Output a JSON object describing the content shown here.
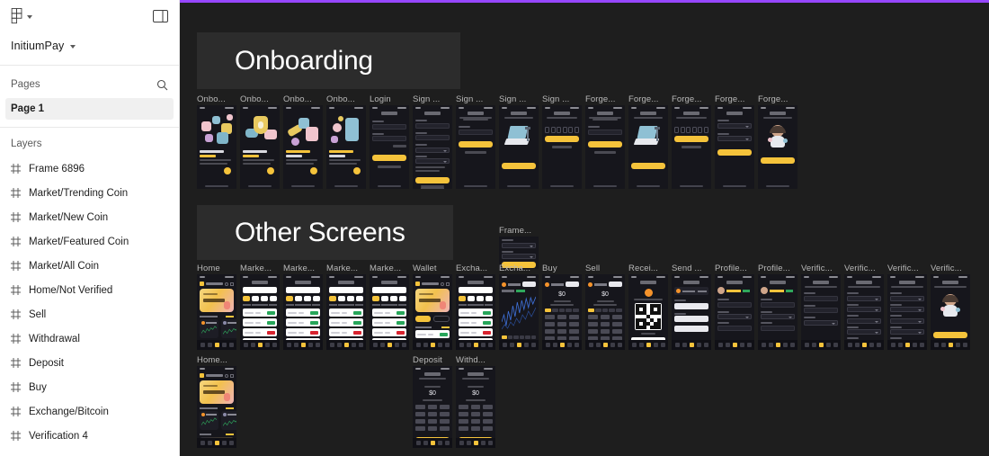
{
  "app": {
    "top_accent_color": "#9747ff",
    "canvas_bg": "#1e1e1e",
    "accent_yellow": "#f5c33b"
  },
  "sidebar": {
    "toolbar": {
      "menu_icon": "figma-logo-icon",
      "menu_chevron_icon": "chevron-down-icon",
      "panel_toggle_icon": "toggle-right-panel-icon"
    },
    "file": {
      "name": "InitiumPay",
      "chevron_icon": "chevron-down-icon"
    },
    "pages": {
      "title": "Pages",
      "search_icon": "search-icon",
      "items": [
        {
          "label": "Page 1",
          "selected": true
        }
      ]
    },
    "layers": {
      "title": "Layers",
      "icon": "frame-icon",
      "items": [
        {
          "label": "Frame 6896"
        },
        {
          "label": "Market/Trending Coin"
        },
        {
          "label": "Market/New Coin"
        },
        {
          "label": "Market/Featured Coin"
        },
        {
          "label": "Market/All Coin"
        },
        {
          "label": "Home/Not Verified"
        },
        {
          "label": "Sell"
        },
        {
          "label": "Withdrawal"
        },
        {
          "label": "Deposit"
        },
        {
          "label": "Buy"
        },
        {
          "label": "Exchange/Bitcoin"
        },
        {
          "label": "Verification 4"
        }
      ]
    }
  },
  "canvas": {
    "sections": [
      {
        "title": "Onboarding"
      },
      {
        "title": "Other Screens"
      }
    ],
    "onboarding_frames": [
      {
        "label": "Onbo...",
        "kind": "onboard-1"
      },
      {
        "label": "Onbo...",
        "kind": "onboard-2"
      },
      {
        "label": "Onbo...",
        "kind": "onboard-3"
      },
      {
        "label": "Onbo...",
        "kind": "onboard-4"
      },
      {
        "label": "Login",
        "kind": "form-login"
      },
      {
        "label": "Sign ...",
        "kind": "form-signup"
      },
      {
        "label": "Sign ...",
        "kind": "form-short"
      },
      {
        "label": "Sign ...",
        "kind": "laptop"
      },
      {
        "label": "Sign ...",
        "kind": "otp"
      },
      {
        "label": "Forge...",
        "kind": "form-short"
      },
      {
        "label": "Forge...",
        "kind": "laptop"
      },
      {
        "label": "Forge...",
        "kind": "otp"
      },
      {
        "label": "Forge...",
        "kind": "form-select"
      },
      {
        "label": "Forge...",
        "kind": "avatar"
      }
    ],
    "other_frames": [
      {
        "label": "Home",
        "kind": "home"
      },
      {
        "label": "Marke...",
        "kind": "market"
      },
      {
        "label": "Marke...",
        "kind": "market"
      },
      {
        "label": "Marke...",
        "kind": "market"
      },
      {
        "label": "Marke...",
        "kind": "market"
      },
      {
        "label": "Wallet",
        "kind": "wallet"
      },
      {
        "label": "Excha...",
        "kind": "market"
      }
    ],
    "detached_frame": {
      "label": "Frame..."
    },
    "row3_frames": [
      {
        "label": "Excha...",
        "kind": "exchange"
      },
      {
        "label": "Buy",
        "kind": "keypad"
      },
      {
        "label": "Sell",
        "kind": "keypad"
      },
      {
        "label": "Recei...",
        "kind": "receive"
      },
      {
        "label": "Send ...",
        "kind": "send"
      },
      {
        "label": "Profile...",
        "kind": "profile"
      },
      {
        "label": "Profile...",
        "kind": "profile"
      },
      {
        "label": "Verific...",
        "kind": "verif-a"
      },
      {
        "label": "Verific...",
        "kind": "verif-b"
      },
      {
        "label": "Verific...",
        "kind": "verif-b"
      },
      {
        "label": "Verific...",
        "kind": "verif-avatar"
      }
    ],
    "row4_frames": [
      {
        "label": "Home...",
        "kind": "home"
      }
    ],
    "row4b_frames": [
      {
        "label": "Deposit",
        "kind": "keypad-dark"
      },
      {
        "label": "Withd...",
        "kind": "keypad-dark"
      }
    ]
  }
}
